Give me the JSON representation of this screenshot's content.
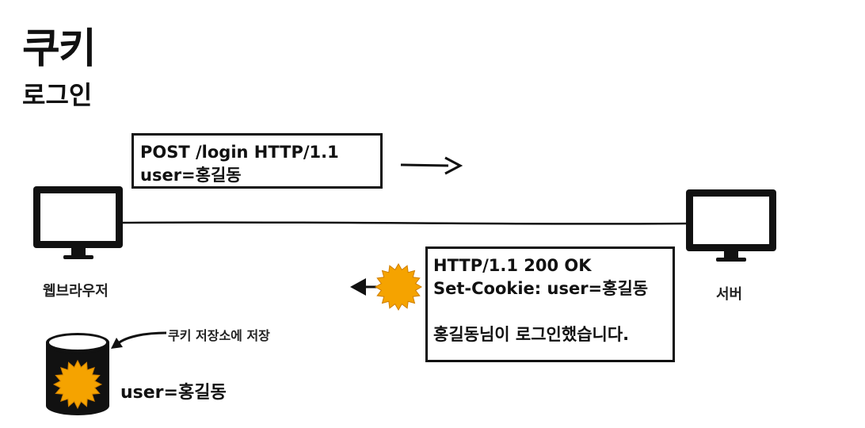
{
  "header": {
    "title": "쿠키",
    "subtitle": "로그인"
  },
  "request": {
    "line1": "POST /login HTTP/1.1",
    "line2": "user=홍길동"
  },
  "response": {
    "line1": "HTTP/1.1 200 OK",
    "line2": "Set-Cookie: user=홍길동",
    "line3": "홍길동님이 로그인했습니다."
  },
  "labels": {
    "browser": "웹브라우저",
    "server": "서버",
    "cookie_storage": "쿠키 저장소에 저장"
  },
  "storage": {
    "value": "user=홍길동"
  },
  "colors": {
    "ink": "#111111",
    "cookie": "#F5A300"
  },
  "icons": [
    "monitor-icon",
    "cookie-icon",
    "database-icon",
    "arrow-right-icon",
    "arrow-left-icon",
    "mouse-cursor-icon"
  ]
}
